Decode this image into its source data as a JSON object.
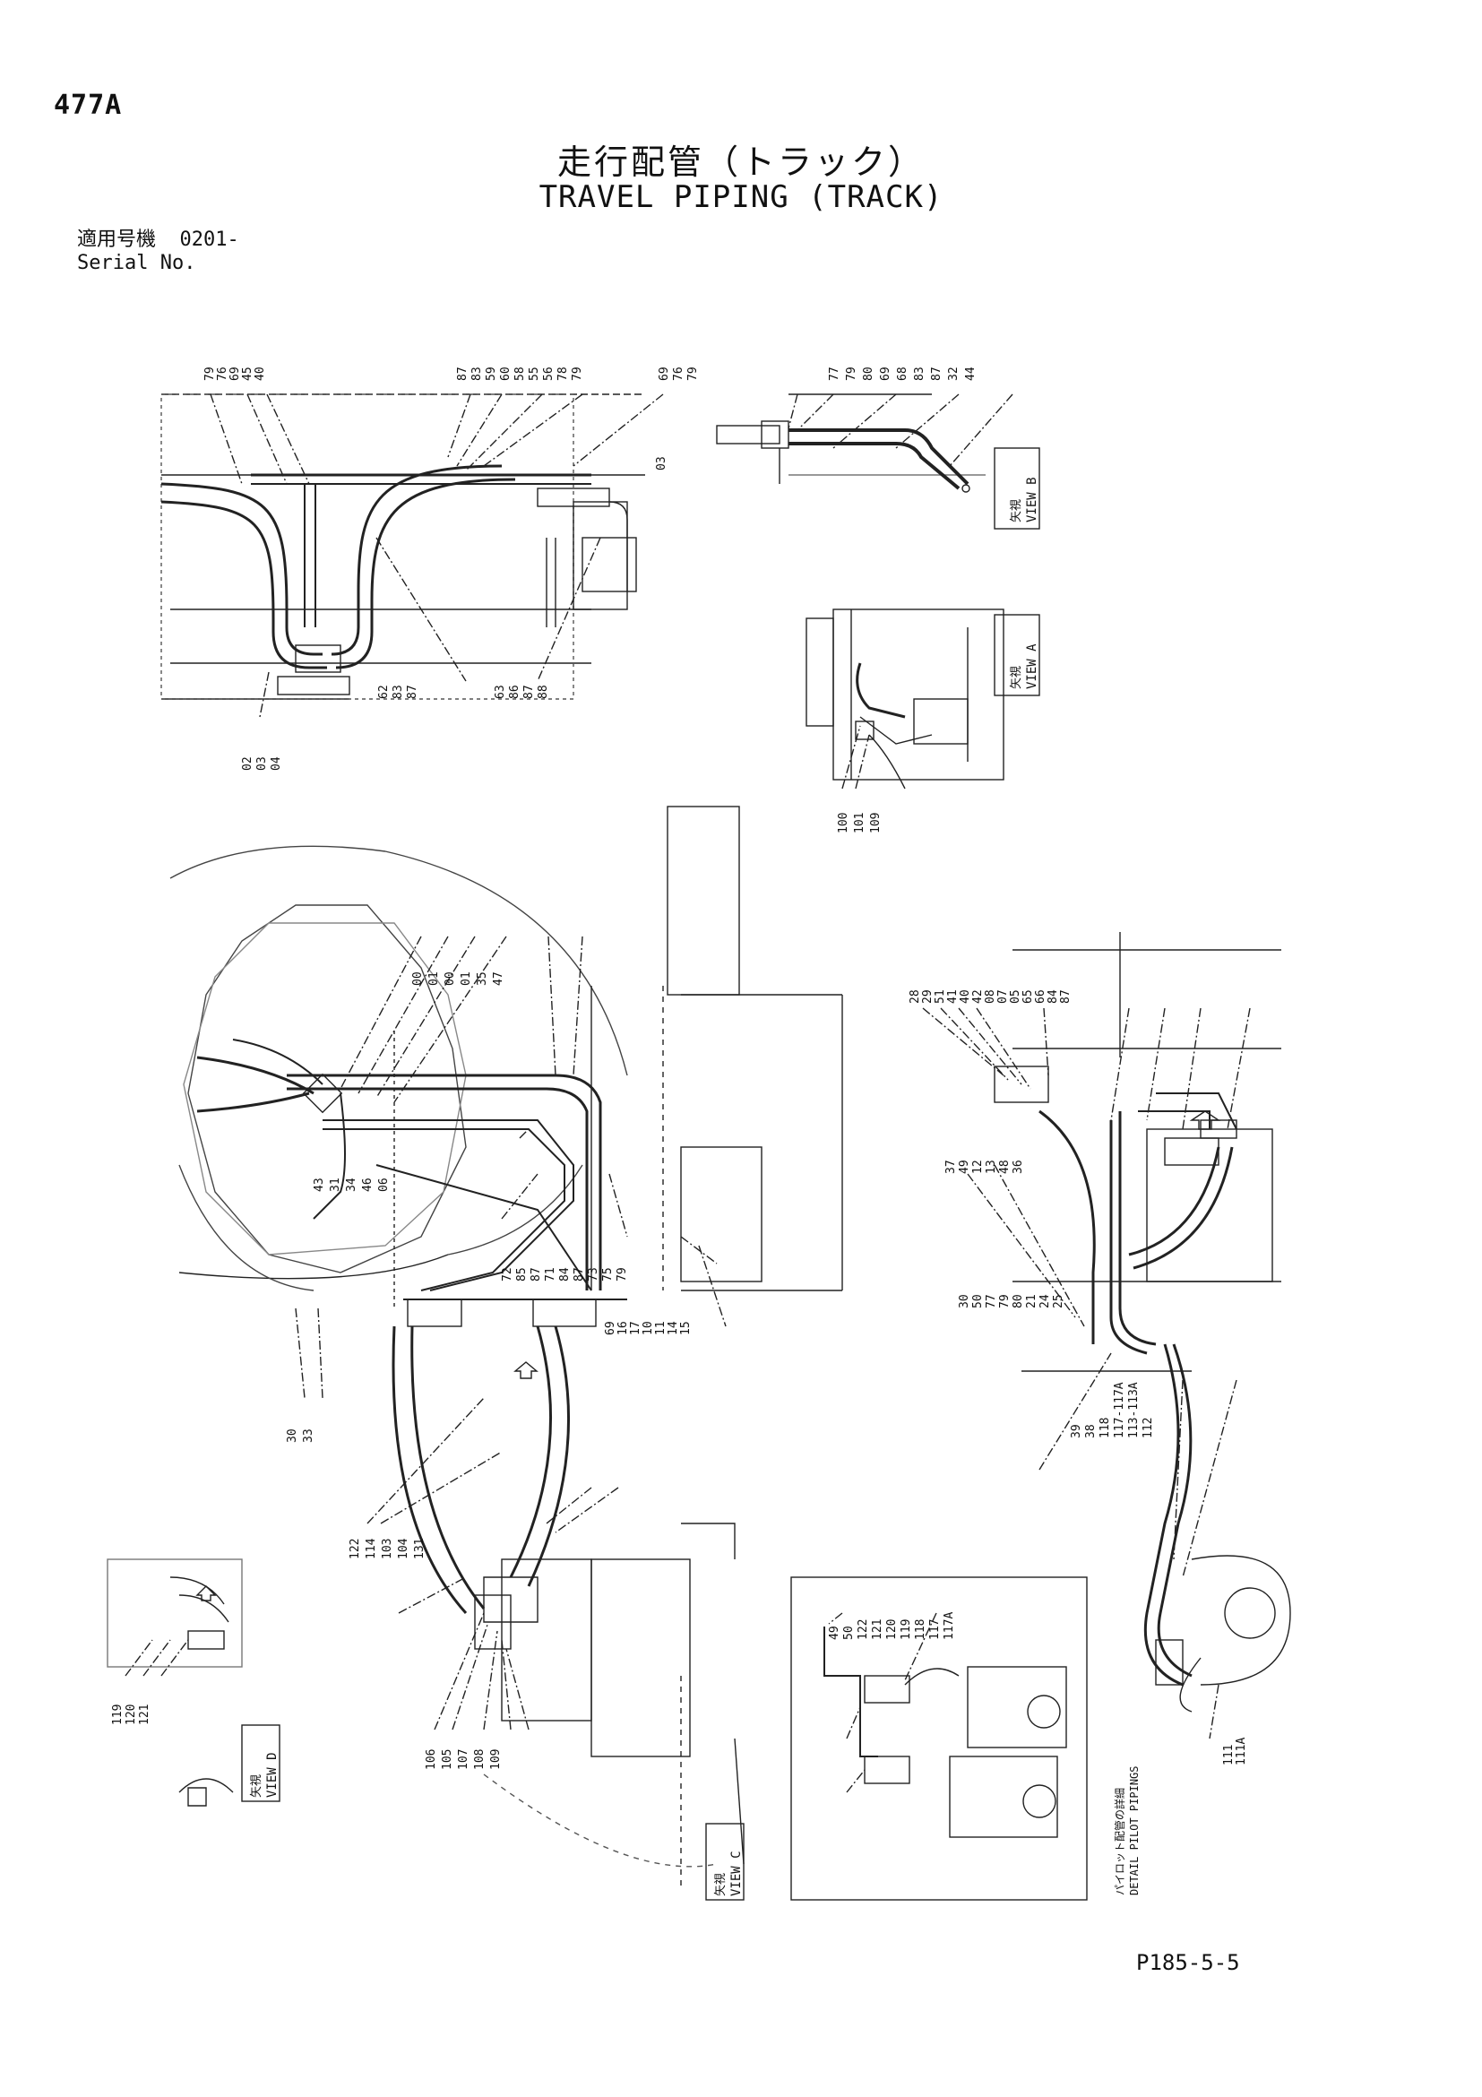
{
  "page_code": "477A",
  "title_jp": "走行配管（トラック）",
  "title_en": "TRAVEL PIPING (TRACK)",
  "serial": {
    "label_jp": "適用号機",
    "value": "0201-",
    "label_en": "Serial No."
  },
  "footer": "P185-5-5",
  "views": {
    "a": {
      "jp": "矢視",
      "en": "VIEW A"
    },
    "b": {
      "jp": "矢視",
      "en": "VIEW B"
    },
    "c": {
      "jp": "矢視",
      "en": "VIEW C"
    },
    "d": {
      "jp": "矢視",
      "en": "VIEW D"
    }
  },
  "detail": {
    "jp": "パイロット配管の詳細",
    "en": "DETAIL PILOT PIPINGS"
  },
  "callouts": {
    "top_left_top": [
      "79",
      "76",
      "69",
      "45",
      "40"
    ],
    "top_mid_top": [
      "87",
      "83",
      "59",
      "60",
      "58",
      "55",
      "56",
      "78",
      "79"
    ],
    "top_mid_right": [
      "69",
      "76",
      "79"
    ],
    "top_mid_side": [
      "03"
    ],
    "top_left_bottom": [
      "02",
      "03",
      "04"
    ],
    "top_mid_bottom_a": [
      "62",
      "83",
      "87"
    ],
    "top_mid_bottom_b": [
      "63",
      "86",
      "87",
      "88"
    ],
    "view_b_top": [
      "77",
      "79",
      "80",
      "69",
      "68",
      "83",
      "87",
      "32",
      "44"
    ],
    "view_a_bottom": [
      "100",
      "101",
      "109"
    ],
    "center_top": [
      "00",
      "01",
      "00",
      "01",
      "35",
      "47"
    ],
    "center_mid": [
      "43",
      "31",
      "34",
      "46",
      "06"
    ],
    "center_group": [
      "72",
      "85",
      "87",
      "71",
      "84",
      "87",
      "73",
      "75",
      "79"
    ],
    "center_lower": [
      "69",
      "16",
      "17",
      "10",
      "11",
      "14",
      "15"
    ],
    "center_bottom": [
      "30",
      "33"
    ],
    "right_top": [
      "28",
      "29",
      "51",
      "41",
      "40",
      "42",
      "08",
      "07",
      "05",
      "65",
      "66",
      "84",
      "87"
    ],
    "right_mid": [
      "37",
      "49",
      "12",
      "13",
      "48",
      "36"
    ],
    "right_lower": [
      "30",
      "50",
      "77",
      "79",
      "80",
      "21",
      "24",
      "25"
    ],
    "right_bottom": [
      "39",
      "38",
      "118",
      "117-117A",
      "113-113A",
      "112"
    ],
    "right_end": [
      "111",
      "111A"
    ],
    "lower_center": [
      "122",
      "114",
      "103",
      "104",
      "131"
    ],
    "lower_bottom": [
      "106",
      "105",
      "107",
      "108",
      "109"
    ],
    "view_d_labels": [
      "119",
      "120",
      "121"
    ],
    "detail_labels": [
      "49",
      "50",
      "122",
      "121",
      "120",
      "119",
      "118",
      "117",
      "117A"
    ]
  }
}
